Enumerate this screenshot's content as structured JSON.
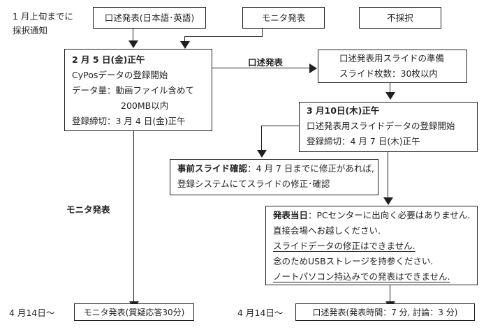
{
  "notice": {
    "line1": "1 月上旬までに",
    "line2": "採択通知"
  },
  "top_boxes": {
    "oral": "口述発表(日本語･英語)",
    "monitor": "モニタ発表",
    "rejected": "不採択"
  },
  "registration_box": {
    "date": "2 月 5 日(金)正午",
    "line1": "CyPosデータの登録開始",
    "line2": "データ量：動画ファイル含めて",
    "line3": "200MB以内",
    "line4": "登録締切：3 月 4 日(金)正午"
  },
  "branch_labels": {
    "oral": "口述発表",
    "monitor": "モニタ発表"
  },
  "slide_prep_box": {
    "line1": "口述発表用スライドの準備",
    "line2": "スライド枚数：30枚以内"
  },
  "slide_upload_box": {
    "date": "3 月10日(木)正午",
    "line1": "口述発表用スライドデータの登録開始",
    "line2": "登録締切：4 月 7 日(木)正午"
  },
  "pre_check_box": {
    "title": "事前スライド確認",
    "line1": "：4 月 7 日までに修正があれば,",
    "line2": "登録システムにてスライドの修正･確認"
  },
  "day_of_box": {
    "title": "発表当日",
    "line1": "：PCセンターに出向く必要はありません.",
    "line2": "直接会場へお越しください.",
    "line3": "スライドデータの修正はできません.",
    "line4": "念のためUSBストレージを持参ください.",
    "line5": "ノートパソコン持込みでの発表はできません."
  },
  "final": {
    "monitor_date": "4 月14日～",
    "monitor_box": "モニタ発表(質疑応答30分)",
    "oral_date": "4 月14日～",
    "oral_box": "口述発表(発表時間：7 分, 討論：3 分)"
  }
}
